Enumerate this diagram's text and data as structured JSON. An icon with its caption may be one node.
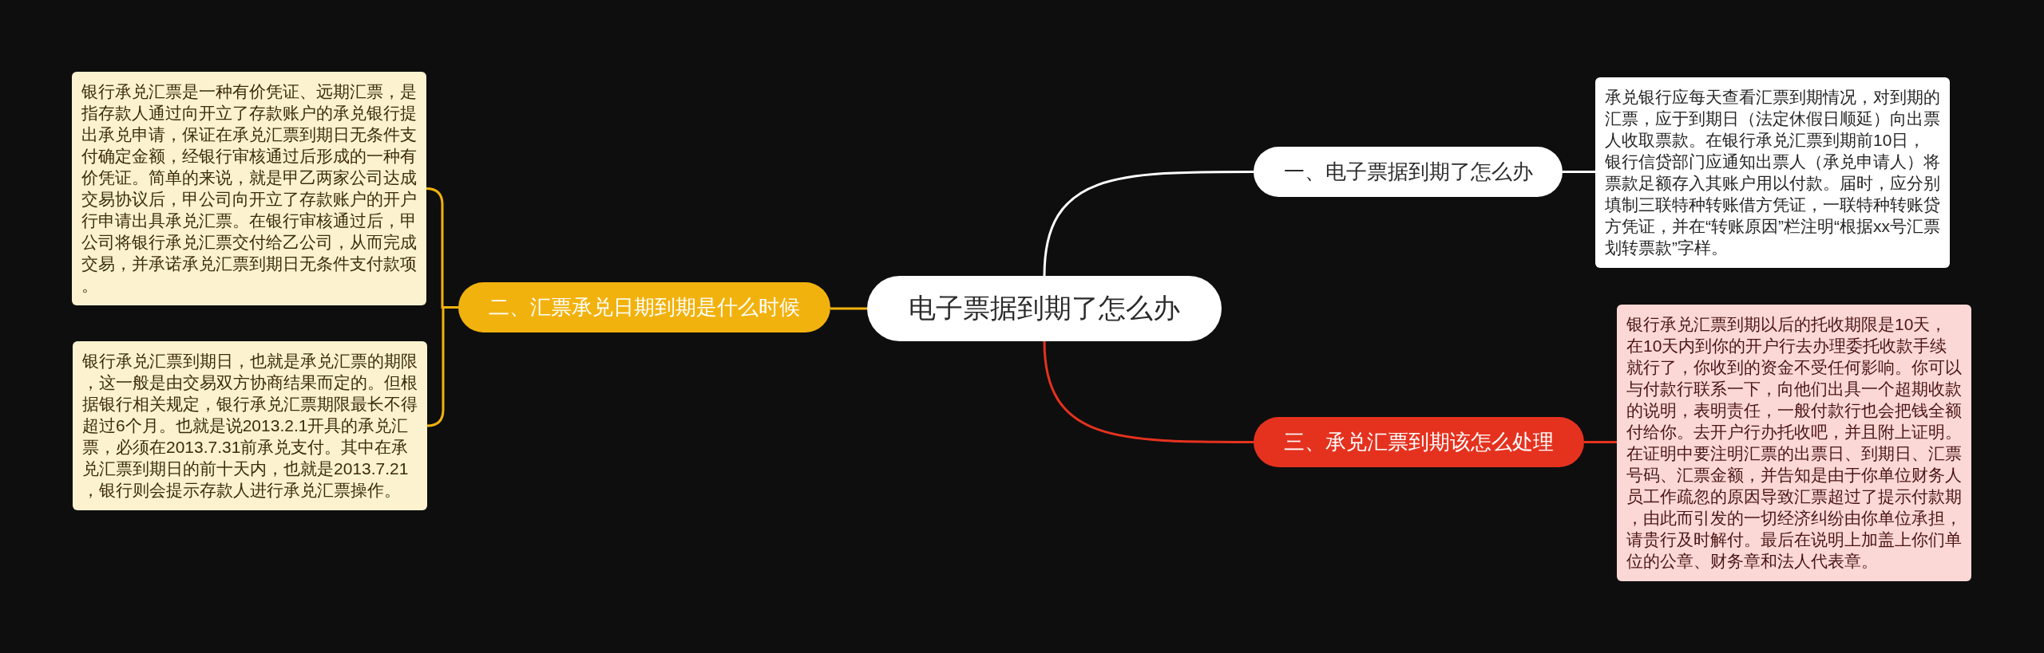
{
  "diagram": {
    "nodes": [
      {
        "text": [
          "电子票据到期了怎么办"
        ]
      },
      {
        "text": [
          "一、电子票据到期了怎么办"
        ]
      },
      {
        "text": [
          "承兑银行应每天查看汇票到期情况，对到期的汇票，应于到期日（法定休假日顺延）向出票人收取票款。在银行承兑汇票到期前10日，银行信贷部门应通知出票人（承兑申请人）将票款足额存入其账户用以付款。届时，应分别填制三联特种转账借方凭证，一联特种转账贷方凭证，并在“转账原因”栏注明“根据xx号汇票划转票款”字样。"
        ]
      },
      {
        "text": [
          "二、汇票承兑日期到期是什么时候"
        ]
      },
      {
        "text": [
          "银行承兑汇票是一种有价凭证、远期汇票，是指存款人通过向开立了存款账户的承兑银行提出承兑申请，保证在承兑汇票到期日无条件支付确定金额，经银行审核通过后形成的一种有价凭证。简单的来说，就是甲乙两家公司达成交易协议后，甲公司向开立了存款账户的开户行申请出具承兑汇票。在银行审核通过后，甲公司将银行承兑汇票交付给乙公司，从而完成交易，并承诺承兑汇票到期日无条件支付款项。"
        ]
      },
      {
        "text": [
          "银行承兑汇票到期日，也就是承兑汇票的期限，这一般是由交易双方协商结果而定的。但根据银行相关规定，银行承兑汇票期限最长不得超过6个月。也就是说2013.2.1开具的承兑汇票，必须在2013.7.31前承兑支付。其中在承兑汇票到期日的前十天内，也就是2013.7.21，银行则会提示存款人进行承兑汇票操作。"
        ]
      },
      {
        "text": [
          "三、承兑汇票到期该怎么处理"
        ]
      },
      {
        "text": [
          "银行承兑汇票到期以后的托收期限是10天，在10天内到你的开户行去办理委托收款手续就行了，你收到的资金不受任何影响。你可以与付款行联系一下，向他们出具一个超期收款的说明，表明责任，一般付款行也会把钱全额付给你。去开户行办托收吧，并且附上证明。在证明中要注明汇票的出票日、到期日、汇票号码、汇票金额，并告知是由于你单位财务人员工作疏忽的原因导致汇票超过了提示付款期，由此而引发的一切经济纠纷由你单位承担，请贵行及时解付。最后在说明上加盖上你们单位的公章、财务章和法人代表章。"
        ]
      }
    ],
    "edges": [
      {
        "from": 0,
        "to": 1,
        "arrow": "none",
        "color": "#ffffff"
      },
      {
        "from": 1,
        "to": 2,
        "arrow": "none",
        "color": "#ffffff"
      },
      {
        "from": 0,
        "to": 3,
        "arrow": "none",
        "color": "#f2b20d"
      },
      {
        "from": 3,
        "to": 4,
        "arrow": "none",
        "color": "#f2b20d"
      },
      {
        "from": 3,
        "to": 5,
        "arrow": "none",
        "color": "#f2b20d"
      },
      {
        "from": 0,
        "to": 6,
        "arrow": "none",
        "color": "#e5321f"
      },
      {
        "from": 6,
        "to": 7,
        "arrow": "none",
        "color": "#e5321f"
      }
    ]
  }
}
